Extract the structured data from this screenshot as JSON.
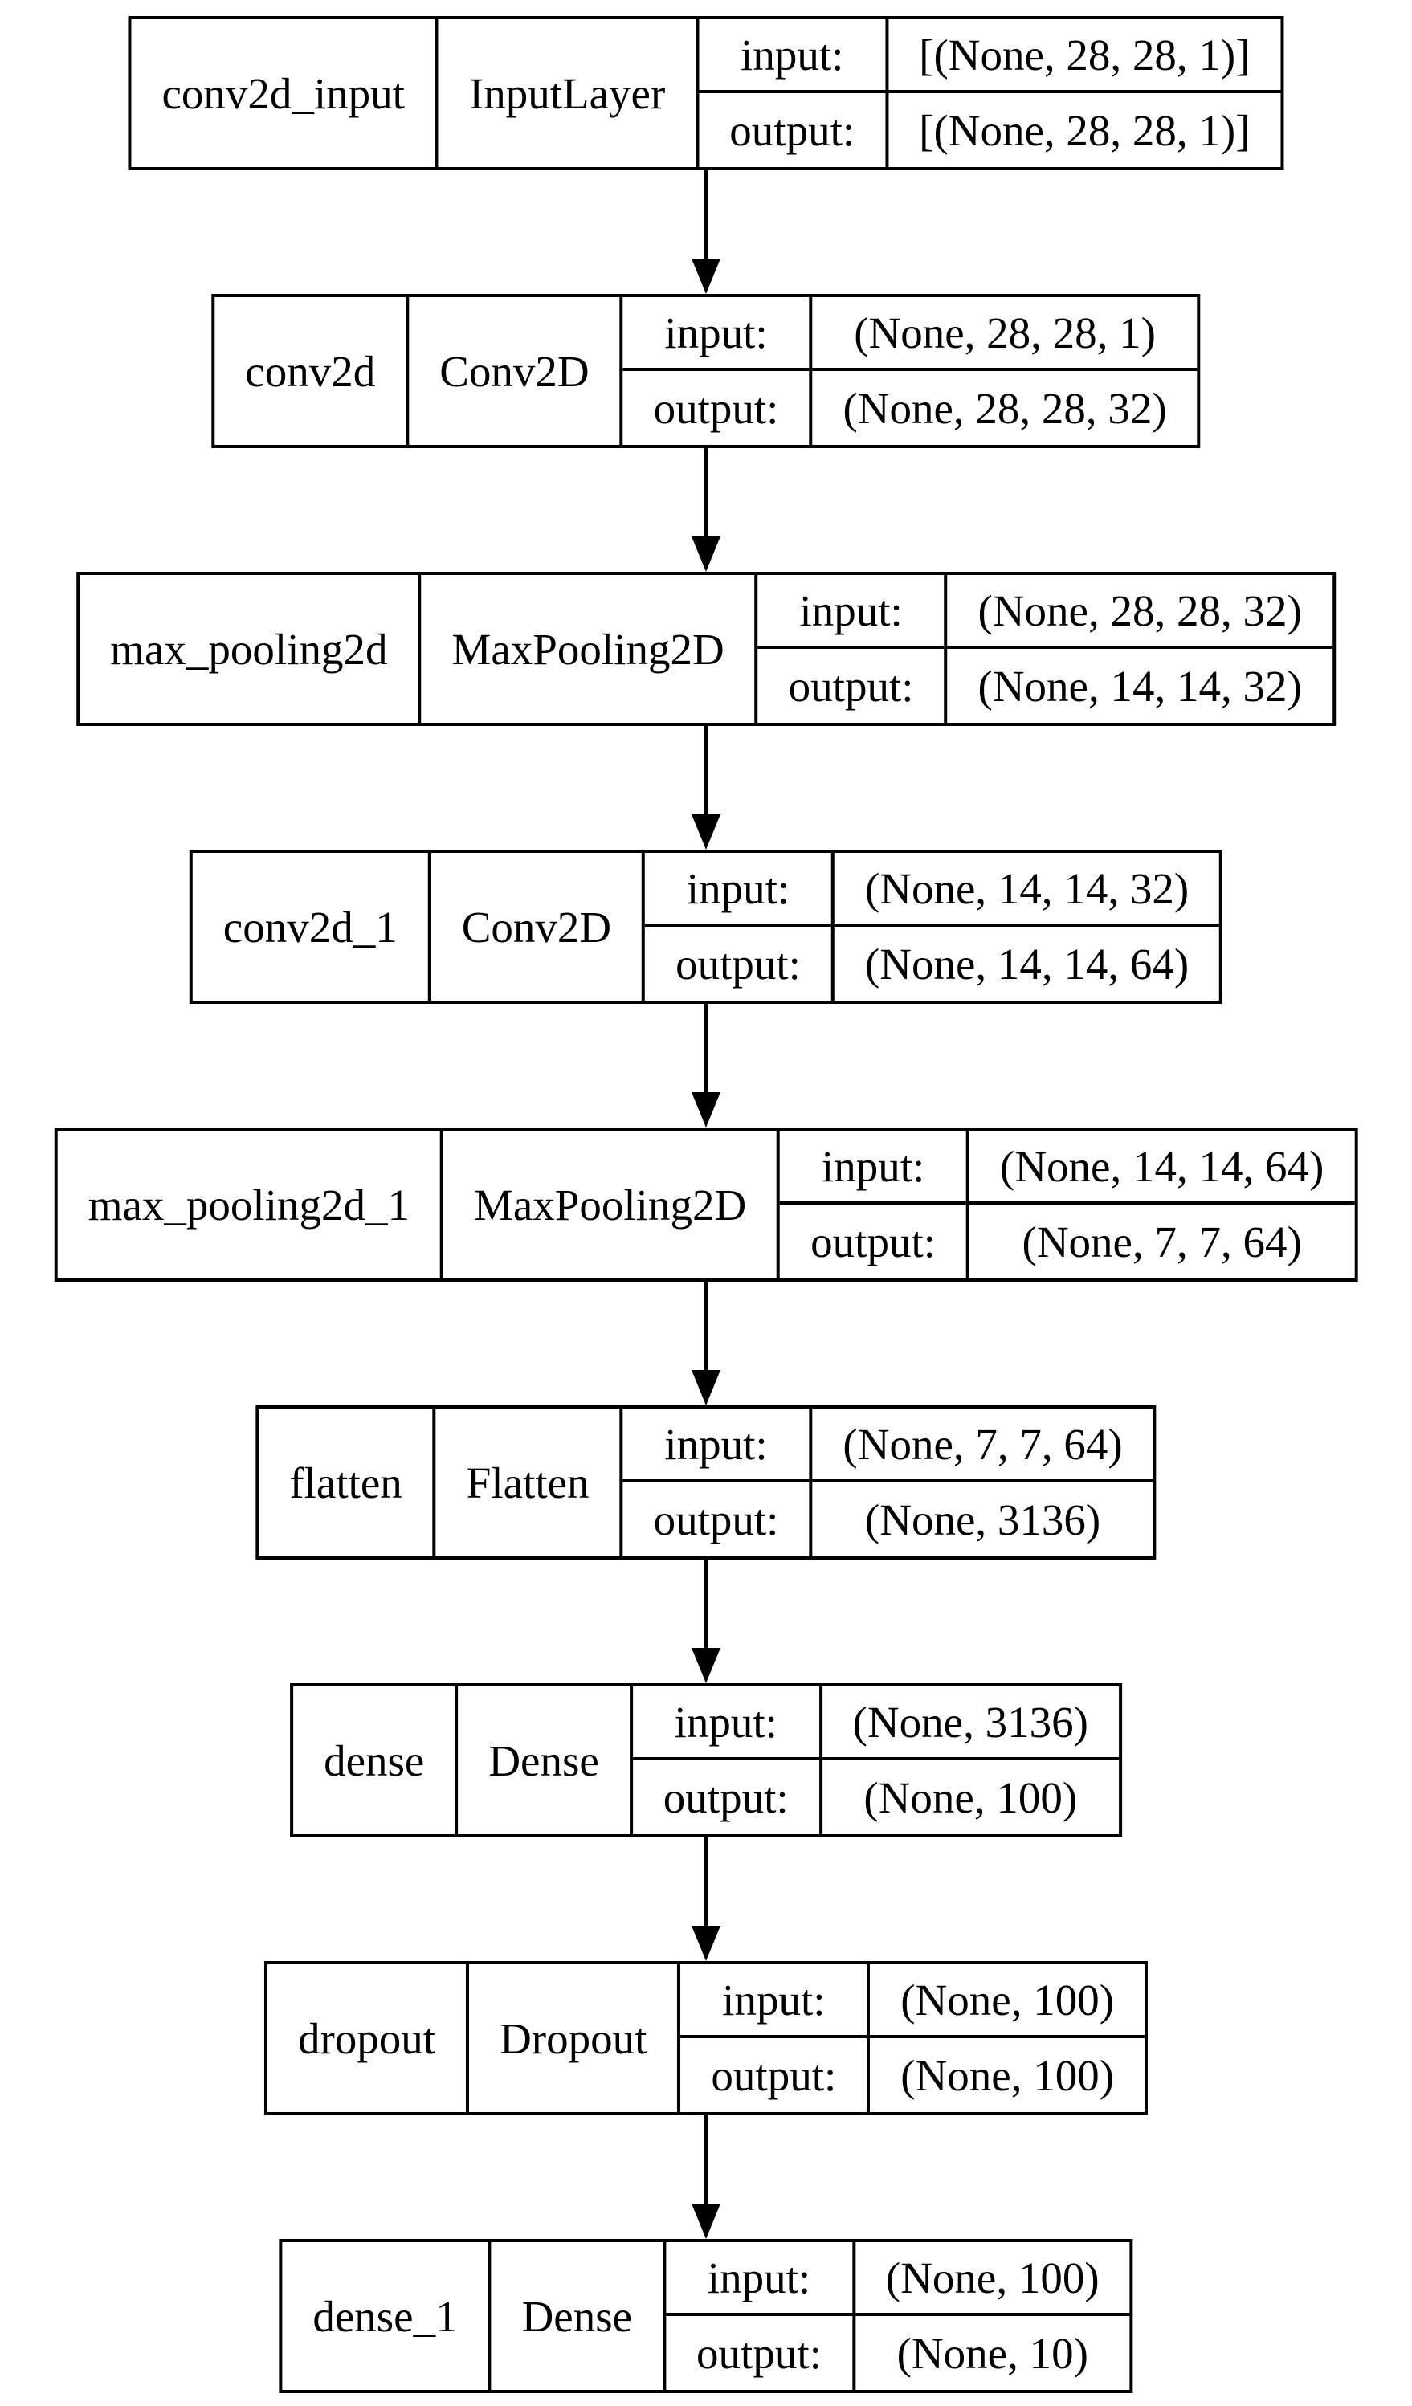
{
  "diagram": {
    "type": "keras-model-architecture",
    "background_color": "#ffffff",
    "line_color": "#000000",
    "layers": [
      {
        "name": "conv2d_input",
        "class_name": "InputLayer",
        "input_label": "input:",
        "output_label": "output:",
        "input_shape": "[(None, 28, 28, 1)]",
        "output_shape": "[(None, 28, 28, 1)]"
      },
      {
        "name": "conv2d",
        "class_name": "Conv2D",
        "input_label": "input:",
        "output_label": "output:",
        "input_shape": "(None, 28, 28, 1)",
        "output_shape": "(None, 28, 28, 32)"
      },
      {
        "name": "max_pooling2d",
        "class_name": "MaxPooling2D",
        "input_label": "input:",
        "output_label": "output:",
        "input_shape": "(None, 28, 28, 32)",
        "output_shape": "(None, 14, 14, 32)"
      },
      {
        "name": "conv2d_1",
        "class_name": "Conv2D",
        "input_label": "input:",
        "output_label": "output:",
        "input_shape": "(None, 14, 14, 32)",
        "output_shape": "(None, 14, 14, 64)"
      },
      {
        "name": "max_pooling2d_1",
        "class_name": "MaxPooling2D",
        "input_label": "input:",
        "output_label": "output:",
        "input_shape": "(None, 14, 14, 64)",
        "output_shape": "(None, 7, 7, 64)"
      },
      {
        "name": "flatten",
        "class_name": "Flatten",
        "input_label": "input:",
        "output_label": "output:",
        "input_shape": "(None, 7, 7, 64)",
        "output_shape": "(None, 3136)"
      },
      {
        "name": "dense",
        "class_name": "Dense",
        "input_label": "input:",
        "output_label": "output:",
        "input_shape": "(None, 3136)",
        "output_shape": "(None, 100)"
      },
      {
        "name": "dropout",
        "class_name": "Dropout",
        "input_label": "input:",
        "output_label": "output:",
        "input_shape": "(None, 100)",
        "output_shape": "(None, 100)"
      },
      {
        "name": "dense_1",
        "class_name": "Dense",
        "input_label": "input:",
        "output_label": "output:",
        "input_shape": "(None, 100)",
        "output_shape": "(None, 10)"
      }
    ]
  }
}
